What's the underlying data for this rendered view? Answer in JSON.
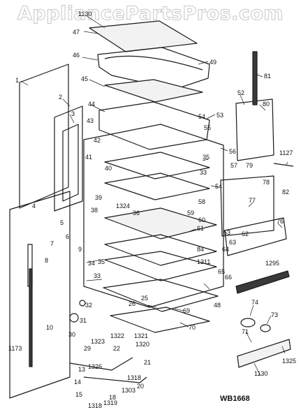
{
  "watermark": "AppliancePartsPros.com",
  "model_code": "WB1668",
  "callouts": [
    {
      "id": "c1130a",
      "label": "1130"
    },
    {
      "id": "c47",
      "label": "47"
    },
    {
      "id": "c46",
      "label": "46"
    },
    {
      "id": "c49",
      "label": "49"
    },
    {
      "id": "c81",
      "label": "81"
    },
    {
      "id": "c1",
      "label": "1"
    },
    {
      "id": "c45",
      "label": "45"
    },
    {
      "id": "c52",
      "label": "52"
    },
    {
      "id": "c80",
      "label": "80"
    },
    {
      "id": "c2",
      "label": "2"
    },
    {
      "id": "c44",
      "label": "44"
    },
    {
      "id": "c53a",
      "label": "53"
    },
    {
      "id": "c54a",
      "label": "54"
    },
    {
      "id": "c3",
      "label": "3"
    },
    {
      "id": "c43",
      "label": "43"
    },
    {
      "id": "c55",
      "label": "55"
    },
    {
      "id": "c42",
      "label": "42"
    },
    {
      "id": "c1127",
      "label": "1127"
    },
    {
      "id": "c56",
      "label": "56"
    },
    {
      "id": "c35a",
      "label": "35"
    },
    {
      "id": "c41",
      "label": "41"
    },
    {
      "id": "c57",
      "label": "57"
    },
    {
      "id": "c79",
      "label": "79"
    },
    {
      "id": "c40",
      "label": "40"
    },
    {
      "id": "c33a",
      "label": "33"
    },
    {
      "id": "c82",
      "label": "82"
    },
    {
      "id": "c54b",
      "label": "54"
    },
    {
      "id": "c78",
      "label": "78"
    },
    {
      "id": "c39",
      "label": "39"
    },
    {
      "id": "c1324",
      "label": "1324"
    },
    {
      "id": "c4",
      "label": "4"
    },
    {
      "id": "c58",
      "label": "58"
    },
    {
      "id": "c77",
      "label": "77"
    },
    {
      "id": "c38",
      "label": "38"
    },
    {
      "id": "c36",
      "label": "36"
    },
    {
      "id": "c59",
      "label": "59"
    },
    {
      "id": "c60",
      "label": "60"
    },
    {
      "id": "c5",
      "label": "5"
    },
    {
      "id": "c76",
      "label": "76"
    },
    {
      "id": "c61",
      "label": "61"
    },
    {
      "id": "c53b",
      "label": "53"
    },
    {
      "id": "c62",
      "label": "62"
    },
    {
      "id": "c6",
      "label": "6"
    },
    {
      "id": "c7",
      "label": "7"
    },
    {
      "id": "c63",
      "label": "63"
    },
    {
      "id": "c9",
      "label": "9"
    },
    {
      "id": "c84",
      "label": "84"
    },
    {
      "id": "c64",
      "label": "64"
    },
    {
      "id": "c8",
      "label": "8"
    },
    {
      "id": "c34",
      "label": "34"
    },
    {
      "id": "c35b",
      "label": "35"
    },
    {
      "id": "c1311",
      "label": "1311"
    },
    {
      "id": "c1295",
      "label": "1295"
    },
    {
      "id": "c33b",
      "label": "33"
    },
    {
      "id": "c65",
      "label": "65"
    },
    {
      "id": "c66",
      "label": "66"
    },
    {
      "id": "c25",
      "label": "25"
    },
    {
      "id": "c32",
      "label": "32"
    },
    {
      "id": "c26",
      "label": "26"
    },
    {
      "id": "c48",
      "label": "48"
    },
    {
      "id": "c74",
      "label": "74"
    },
    {
      "id": "c69",
      "label": "69"
    },
    {
      "id": "c73",
      "label": "73"
    },
    {
      "id": "c31",
      "label": "31"
    },
    {
      "id": "c10",
      "label": "10"
    },
    {
      "id": "c70",
      "label": "70"
    },
    {
      "id": "c30",
      "label": "30"
    },
    {
      "id": "c1322",
      "label": "1322"
    },
    {
      "id": "c1321",
      "label": "1321"
    },
    {
      "id": "c1323",
      "label": "1323"
    },
    {
      "id": "c1320",
      "label": "1320"
    },
    {
      "id": "c71",
      "label": "71"
    },
    {
      "id": "c29",
      "label": "29"
    },
    {
      "id": "c22",
      "label": "22"
    },
    {
      "id": "c1173",
      "label": "1173"
    },
    {
      "id": "c1325",
      "label": "1325"
    },
    {
      "id": "c21",
      "label": "21"
    },
    {
      "id": "c1130b",
      "label": "1130"
    },
    {
      "id": "c13",
      "label": "13"
    },
    {
      "id": "c1326",
      "label": "1326"
    },
    {
      "id": "c1318a",
      "label": "1318"
    },
    {
      "id": "c14",
      "label": "14"
    },
    {
      "id": "c20",
      "label": "20"
    },
    {
      "id": "c1303",
      "label": "1303"
    },
    {
      "id": "c15",
      "label": "15"
    },
    {
      "id": "c18",
      "label": "18"
    },
    {
      "id": "c1318b",
      "label": "1318"
    },
    {
      "id": "c1319",
      "label": "1319"
    }
  ]
}
